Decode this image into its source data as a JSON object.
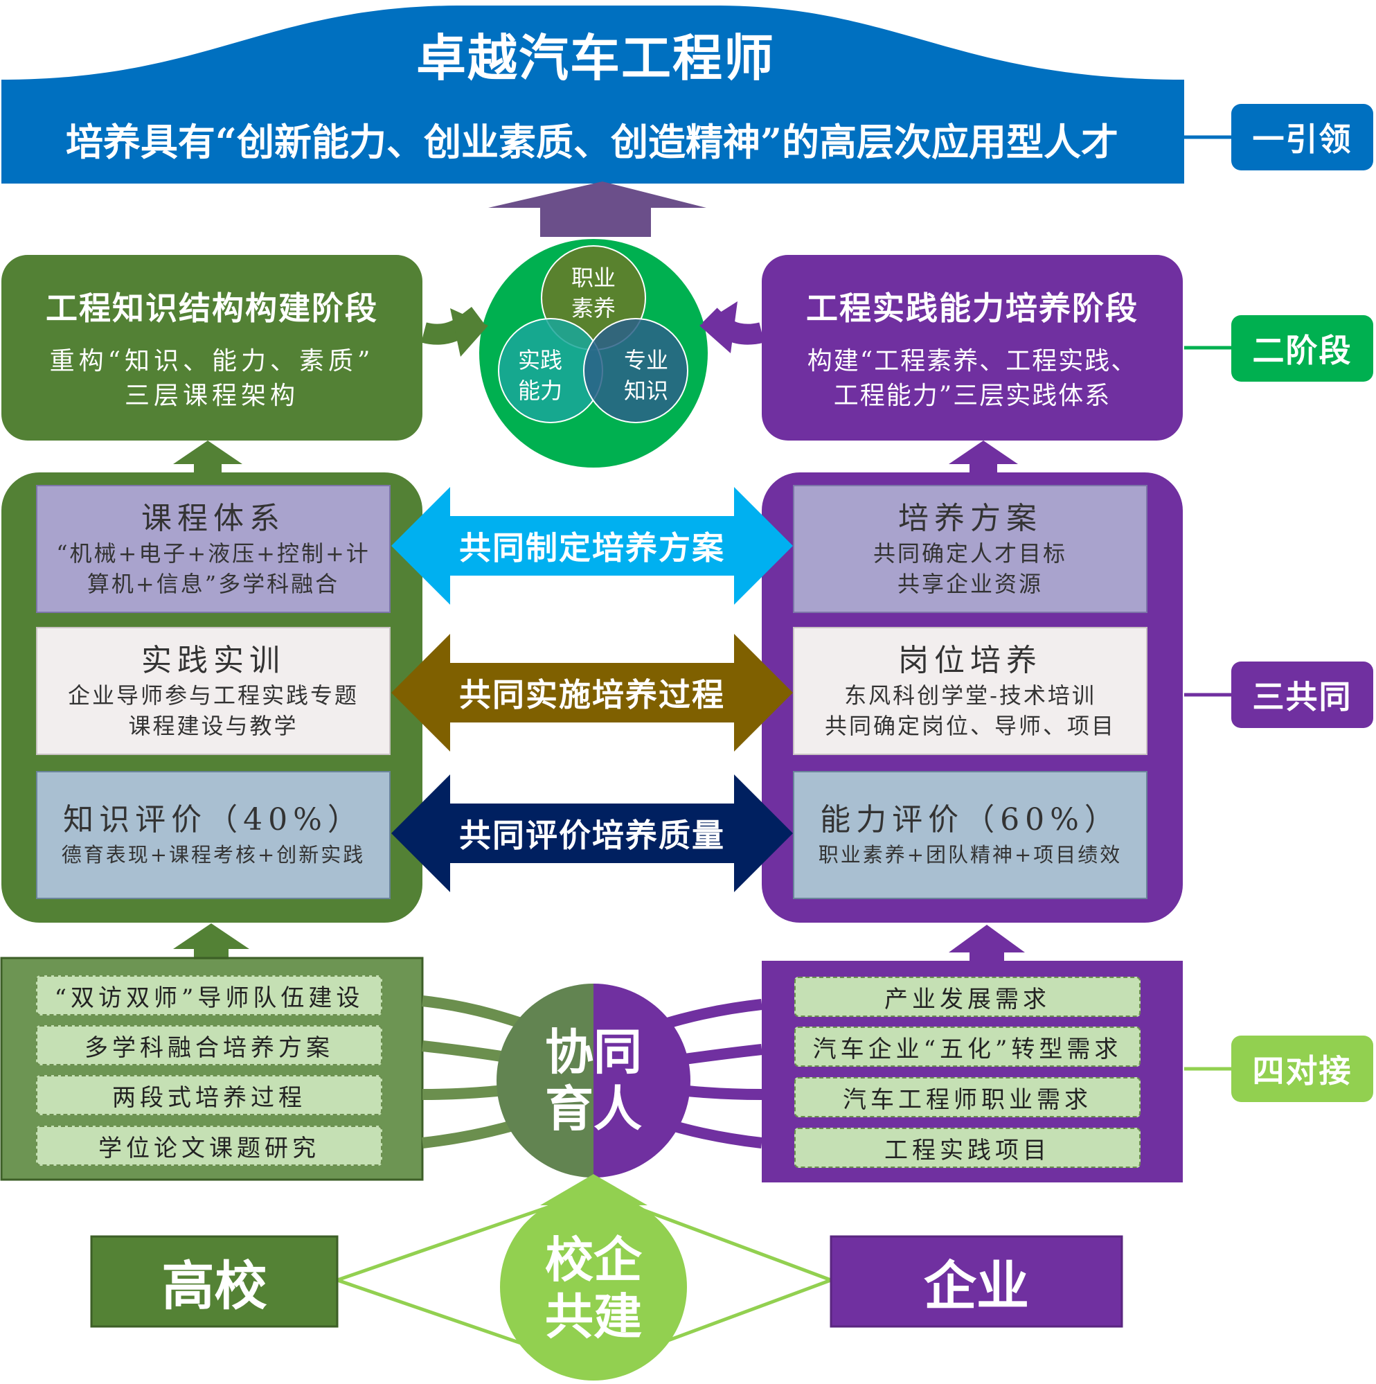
{
  "top_banner": {
    "title": "卓越汽车工程师",
    "subtitle": "培养具有“创新能力、创业素质、创造精神”的高层次应用型人才"
  },
  "side_labels": {
    "lead": "一引领",
    "two_stages": "二阶段",
    "three_common": "三共同",
    "four_dock": "四对接"
  },
  "venn": {
    "top": [
      "职业",
      "素养"
    ],
    "left": [
      "实践",
      "能力"
    ],
    "right": [
      "专业",
      "知识"
    ]
  },
  "stage_left": {
    "title": "工程知识结构构建阶段",
    "lines": [
      "重构“知识、能力、素质”",
      "三层课程架构"
    ]
  },
  "stage_right": {
    "title": "工程实践能力培养阶段",
    "lines": [
      "构建“工程素养、工程实践、",
      "工程能力”三层实践体系"
    ]
  },
  "left_column": {
    "course": {
      "title": "课程体系",
      "lines": [
        "“机械+电子+液压+控制+计",
        "算机+信息”多学科融合"
      ]
    },
    "practice": {
      "title": "实践实训",
      "lines": [
        "企业导师参与工程实践专题",
        "课程建设与教学"
      ]
    },
    "eval": {
      "title": "知识评价（40%）",
      "line": "德育表现+课程考核+创新实践"
    }
  },
  "right_column": {
    "plan": {
      "title": "培养方案",
      "lines": [
        "共同确定人才目标",
        "共享企业资源"
      ]
    },
    "post": {
      "title": "岗位培养",
      "lines": [
        "东风科创学堂-技术培训",
        "共同确定岗位、导师、项目"
      ]
    },
    "eval": {
      "title": "能力评价（60%）",
      "line": "职业素养+团队精神+项目绩效"
    }
  },
  "arrows": {
    "plan": "共同制定培养方案",
    "process": "共同实施培养过程",
    "quality": "共同评价培养质量"
  },
  "school_items": [
    "“双访双师”导师队伍建设",
    "多学科融合培养方案",
    "两段式培养过程",
    "学位论文课题研究"
  ],
  "enterprise_items": [
    "产业发展需求",
    "汽车企业“五化”转型需求",
    "汽车工程师职业需求",
    "工程实践项目"
  ],
  "center_circle": {
    "line1": "协同",
    "line2": "育人"
  },
  "bottom": {
    "school": "高校",
    "enterprise": "企业",
    "center_line1": "校企",
    "center_line2": "共建"
  },
  "colors": {
    "blue": "#0070c0",
    "green": "#538135",
    "purple": "#7030a0",
    "bright_green": "#00b050",
    "light_green": "#92d050",
    "cyan_arrow": "#00b0f0",
    "brown_arrow": "#7f6000",
    "navy_arrow": "#002060"
  }
}
